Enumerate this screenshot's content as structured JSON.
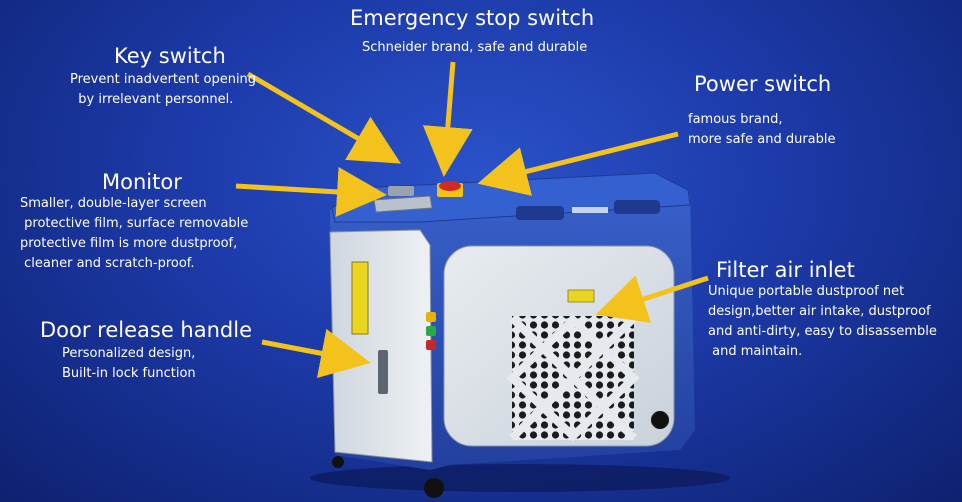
{
  "callouts": {
    "emergency": {
      "title": "Emergency stop switch",
      "desc": "Schneider brand, safe and durable"
    },
    "key": {
      "title": "Key switch",
      "desc": "Prevent inadvertent opening\n  by irrelevant personnel."
    },
    "power": {
      "title": "Power switch",
      "desc": "famous brand,\nmore safe and durable"
    },
    "monitor": {
      "title": "Monitor",
      "desc": "Smaller, double-layer screen\n protective film, surface removable\nprotective film is more dustproof,\n cleaner and scratch-proof."
    },
    "filter": {
      "title": "Filter air inlet",
      "desc": "Unique portable dustproof net\ndesign,better air intake, dustproof\nand anti-dirty, easy to disassemble\n and maintain."
    },
    "door": {
      "title": "Door release handle",
      "desc": "Personalized design,\nBuilt-in lock function"
    }
  },
  "colors": {
    "arrow": "#f3c21c",
    "background": "#1c3aa8",
    "machine_blue": "#2c4fb8",
    "panel": "#dfe4ea"
  }
}
